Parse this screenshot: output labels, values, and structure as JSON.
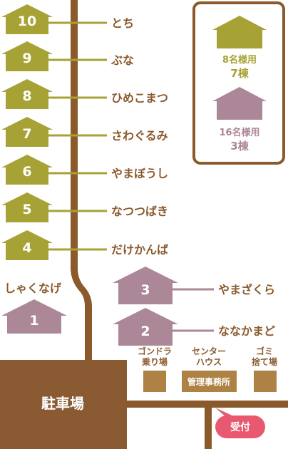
{
  "colors": {
    "road": "#8b5a2b",
    "parking": "#8a5a33",
    "cabin_small": "#a7a235",
    "cabin_large": "#ab8797",
    "facility": "#ad8244",
    "reception": "#e8586e",
    "text_brown": "#8a5a2d"
  },
  "cabins_small": [
    {
      "number": "10",
      "name": "とち"
    },
    {
      "number": "9",
      "name": "ぶな"
    },
    {
      "number": "8",
      "name": "ひめこまつ"
    },
    {
      "number": "7",
      "name": "さわぐるみ"
    },
    {
      "number": "6",
      "name": "やまぼうし"
    },
    {
      "number": "5",
      "name": "なつつばき"
    },
    {
      "number": "4",
      "name": "だけかんば"
    }
  ],
  "cabins_large": [
    {
      "number": "3",
      "name": "やまざくら"
    },
    {
      "number": "2",
      "name": "ななかまど"
    },
    {
      "number": "1",
      "name": "しゃくなげ"
    }
  ],
  "facilities": {
    "gondola_line1": "ゴンドラ",
    "gondola_line2": "乗り場",
    "center_line1": "センター",
    "center_line2": "ハウス",
    "center_office": "管理事務所",
    "garbage_line1": "ゴミ",
    "garbage_line2": "捨て場",
    "parking": "駐車場",
    "reception": "受付"
  },
  "legend": {
    "small_capacity": "8名様用",
    "small_count": "7棟",
    "large_capacity": "16名様用",
    "large_count": "3棟"
  }
}
